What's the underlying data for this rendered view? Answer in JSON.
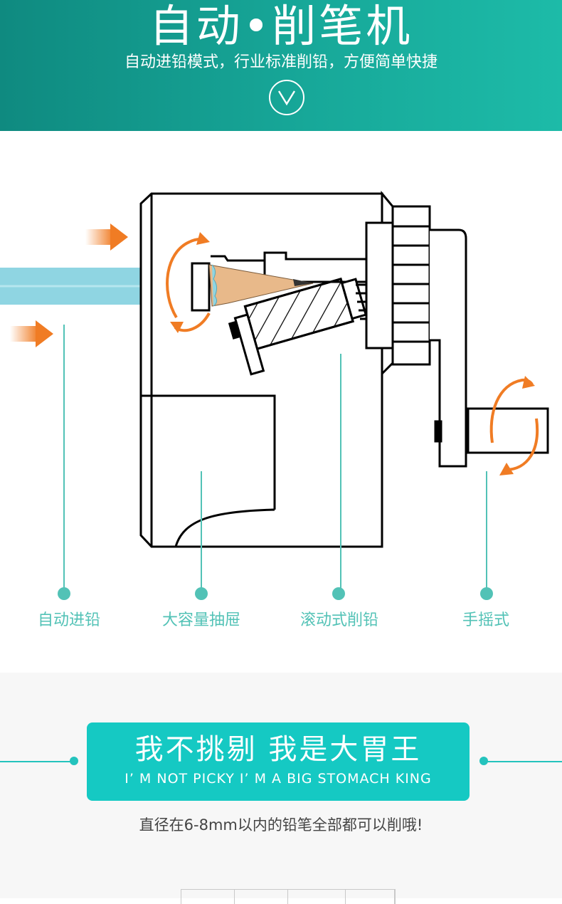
{
  "hero": {
    "title": "自动•削笔机",
    "subtitle": "自动进铅模式，行业标准削铅，方便简单快捷"
  },
  "features": [
    {
      "label": "自动进铅"
    },
    {
      "label": "大容量抽屉"
    },
    {
      "label": "滚动式削铅"
    },
    {
      "label": "手摇式"
    }
  ],
  "banner": {
    "cn": "我不挑剔 我是大胃王",
    "en": "I’ M NOT PICKY I’ M A BIG STOMACH KING"
  },
  "note": "直径在6-8mm以内的铅笔全部都可以削哦!",
  "colors": {
    "teal": "#17a899",
    "aqua": "#15c9c3",
    "label": "#52c2b6",
    "arrow": "#f07c24",
    "pencil": "#8fd5e2"
  }
}
